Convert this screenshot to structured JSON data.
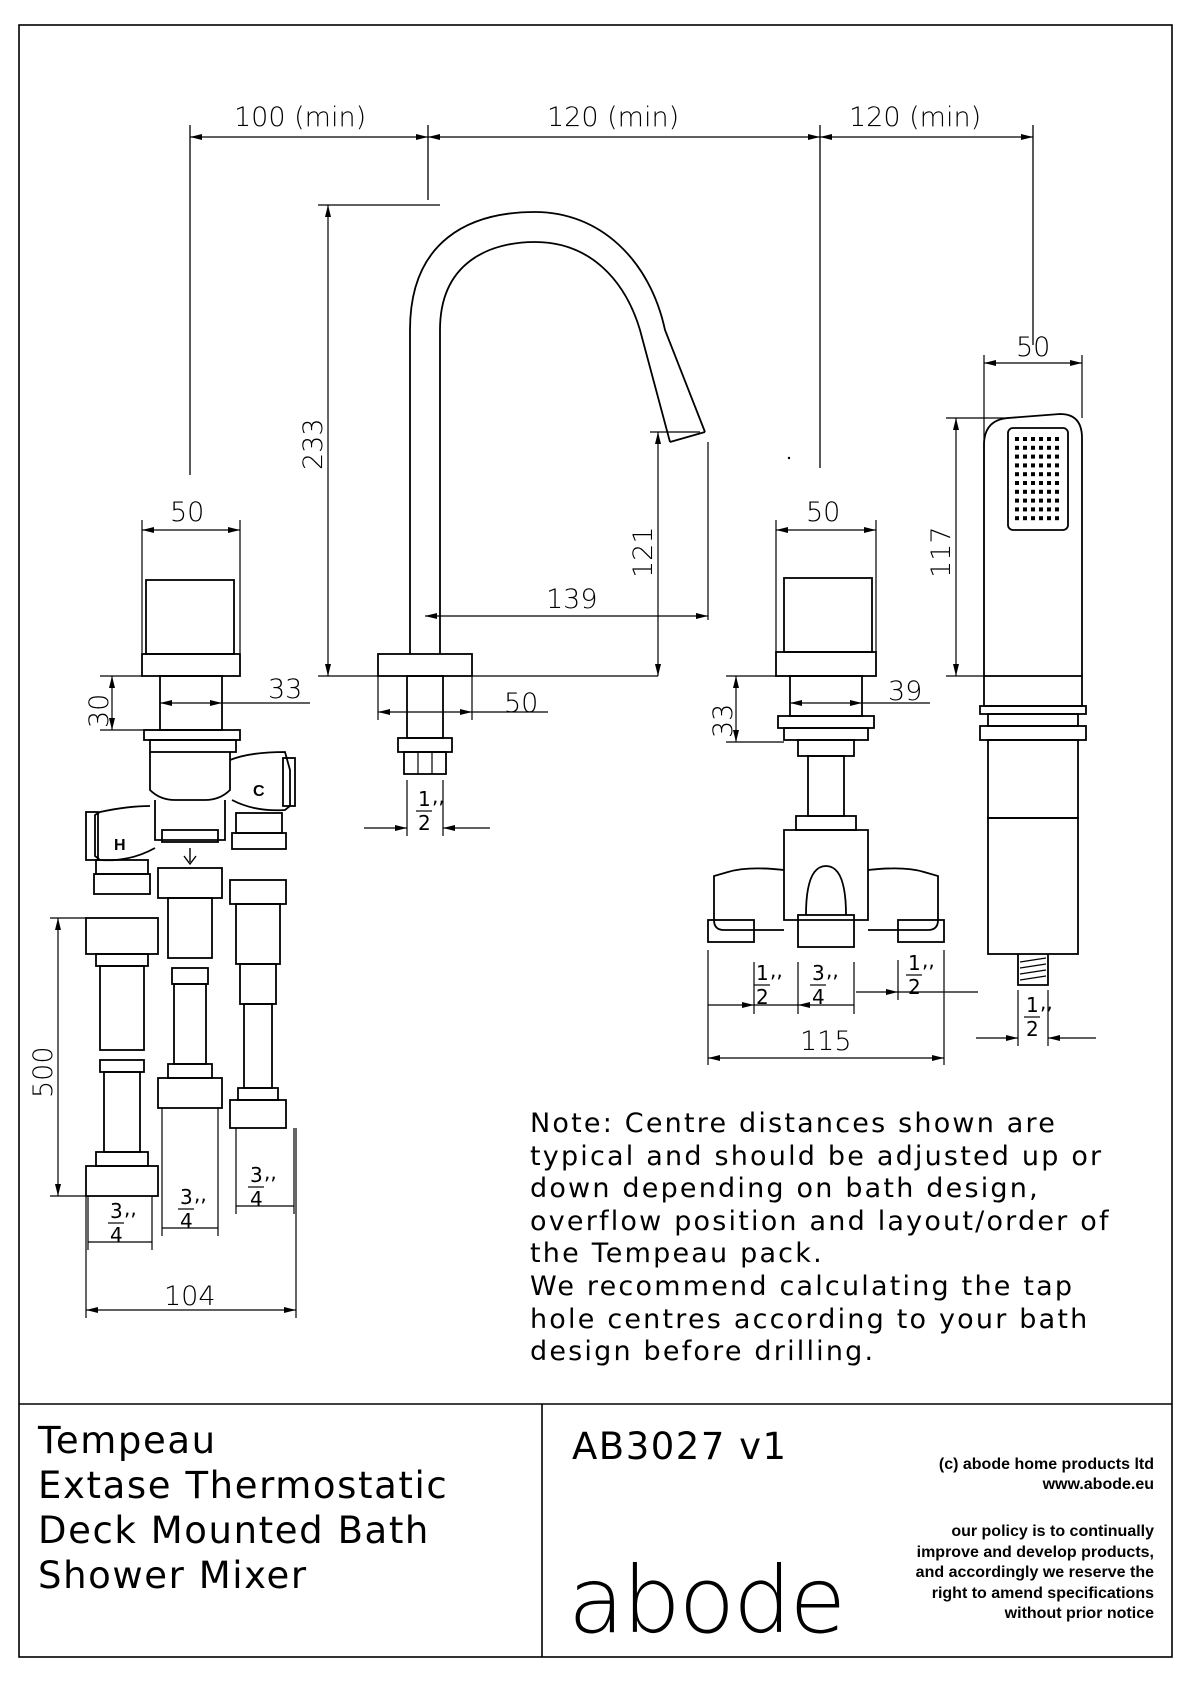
{
  "dimensions": {
    "spacing_left": "100 (min)",
    "spacing_mid": "120 (min)",
    "spacing_right": "120 (min)",
    "left_width": "50",
    "left_collar_height": "30",
    "left_collar_width": "33",
    "spout_height": "233",
    "spout_outlet_height": "121",
    "spout_reach": "139",
    "spout_base_width": "50",
    "spout_thread_num": "1",
    "spout_thread_den": "2",
    "mid_width": "50",
    "mid_collar_height": "33",
    "mid_collar_width": "39",
    "mid_thread_left_num": "1",
    "mid_thread_left_den": "2",
    "mid_thread_center_num": "3",
    "mid_thread_center_den": "4",
    "mid_thread_right_num": "1",
    "mid_thread_right_den": "2",
    "mid_span": "115",
    "handset_width": "50",
    "handset_height": "117",
    "handset_thread_num": "1",
    "handset_thread_den": "2",
    "valve_hose_length": "500",
    "valve_thread1_num": "3",
    "valve_thread1_den": "4",
    "valve_thread2_num": "3",
    "valve_thread2_den": "4",
    "valve_thread3_num": "3",
    "valve_thread3_den": "4",
    "valve_span": "104",
    "hot_label": "H",
    "cold_label": "C",
    "inch_mark": ",,"
  },
  "note": {
    "lines": [
      "Note: Centre distances shown are",
      "typical and should be adjusted up or",
      "down depending on bath design,",
      "overflow position and layout/order of",
      "the Tempeau pack.",
      "We recommend calculating the tap",
      "hole centres according to your bath",
      "design before drilling."
    ]
  },
  "title_block": {
    "title_lines": [
      "Tempeau",
      "Extase Thermostatic",
      "Deck Mounted Bath",
      "Shower Mixer"
    ],
    "code": "AB3027  v1",
    "copyright": "(c) abode home products ltd",
    "website": "www.abode.eu",
    "policy_lines": [
      "our policy is to continually",
      "improve and develop products,",
      "and accordingly we reserve the",
      "right to amend specifications",
      "without prior notice"
    ],
    "logo": "abode"
  }
}
